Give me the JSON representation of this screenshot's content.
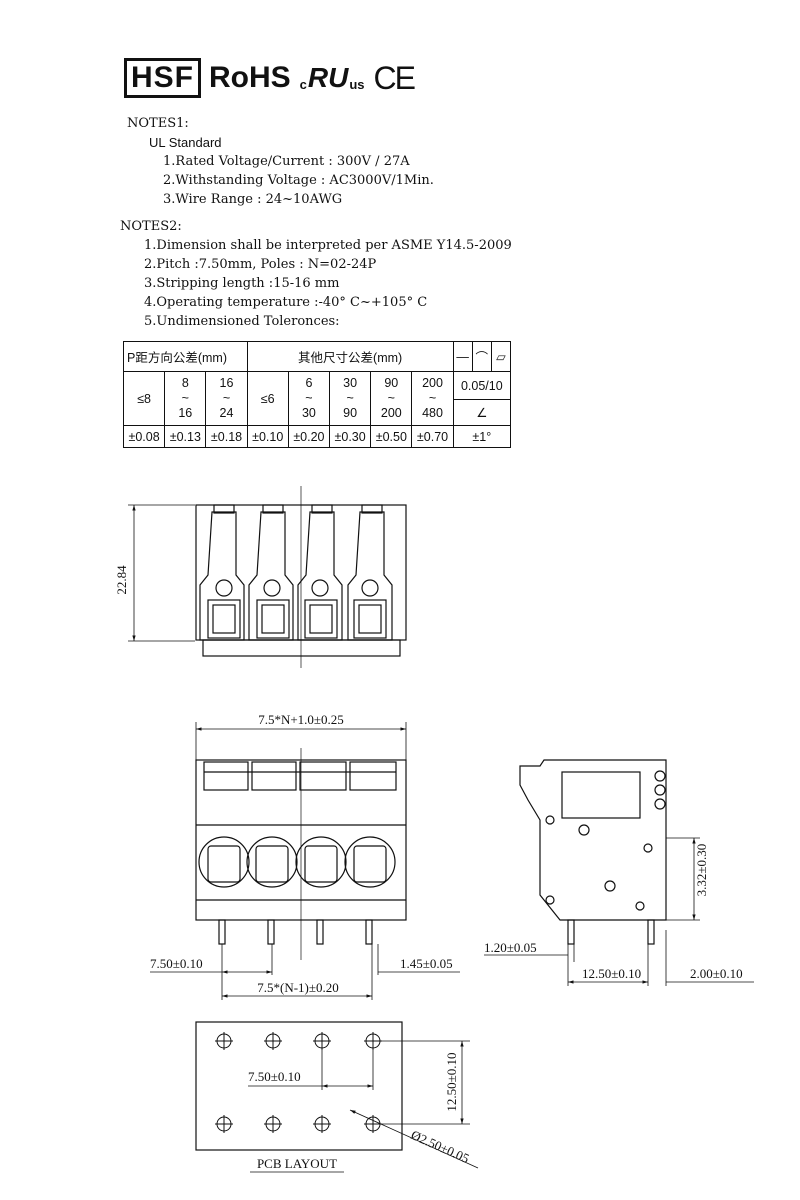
{
  "logos": {
    "hsf": "HSF",
    "rohs": "RoHS",
    "ul_c": "c",
    "ul_mark": "RU",
    "ul_us": "us",
    "ce": "CE"
  },
  "notes1": {
    "heading": "NOTES1:",
    "standard": "UL  Standard",
    "items": [
      "1.Rated Voltage/Current : 300V / 27A",
      "2.Withstanding Voltage : AC3000V/1Min.",
      "3.Wire Range : 24~10AWG"
    ]
  },
  "notes2": {
    "heading": "NOTES2:",
    "items": [
      "1.Dimension shall be interpreted per ASME Y14.5-2009",
      "2.Pitch :7.50mm, Poles : N=02-24P",
      "3.Stripping length :15-16 mm",
      "4.Operating temperature :-40° C~+105° C",
      "5.Undimensioned Toleronces:"
    ]
  },
  "tolerance_table": {
    "header_p": "P距方向公差(mm)",
    "header_other": "其他尺寸公差(mm)",
    "geo_symbols": [
      "—",
      "⌒",
      "▱"
    ],
    "p_ranges": [
      [
        "≤8"
      ],
      [
        "8",
        "~",
        "16"
      ],
      [
        "16",
        "~",
        "24"
      ]
    ],
    "other_ranges": [
      [
        "≤6"
      ],
      [
        "6",
        "~",
        "30"
      ],
      [
        "30",
        "~",
        "90"
      ],
      [
        "90",
        "~",
        "200"
      ],
      [
        "200",
        "~",
        "480"
      ]
    ],
    "geo_value": "0.05/10",
    "angle_symbol": "∠",
    "tolerances": [
      "±0.08",
      "±0.13",
      "±0.18",
      "±0.10",
      "±0.20",
      "±0.30",
      "±0.50",
      "±0.70"
    ],
    "angle_tol": "±1°"
  },
  "dimensions": {
    "height": "22.84",
    "width_total": "7.5*N+1.0±0.25",
    "pitch_left": "7.50±0.10",
    "pin_offset": "1.45±0.05",
    "pitch_total": "7.5*(N-1)±0.20",
    "side_pin": "1.20±0.05",
    "side_height": "3.32±0.30",
    "side_pitch": "12.50±0.10",
    "side_offset": "2.00±0.10",
    "pcb_pitch_x": "7.50±0.10",
    "pcb_pitch_y": "12.50±0.10",
    "pcb_hole": "Ø2.50±0.05",
    "pcb_title": "PCB  LAYOUT"
  }
}
